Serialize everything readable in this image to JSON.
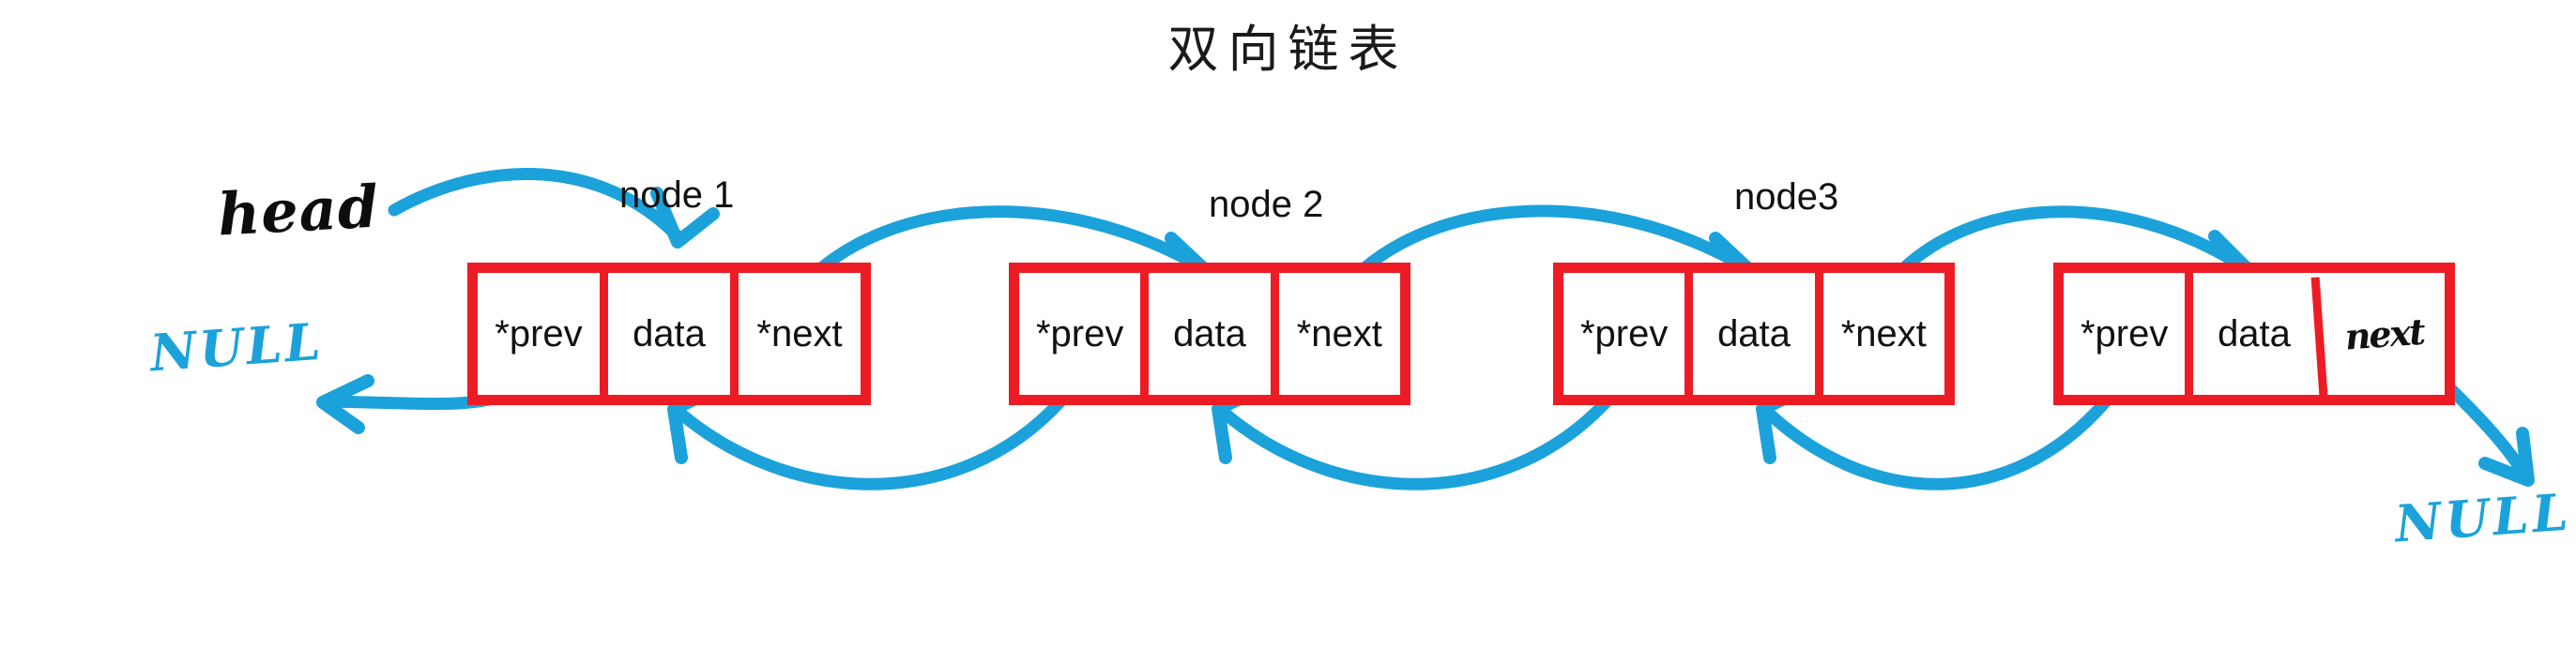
{
  "title": "双向链表",
  "colors": {
    "node_border": "#ED1C24",
    "arrow": "#1CA2DB",
    "text": "#111111",
    "background": "#FFFFFF"
  },
  "annotations": {
    "head_label": "head",
    "null_left": "NULL",
    "null_right": "NULL"
  },
  "nodes": [
    {
      "caption": "node 1",
      "cells": [
        {
          "label": "*prev",
          "handwritten": false
        },
        {
          "label": "data",
          "handwritten": false
        },
        {
          "label": "*next",
          "handwritten": false
        }
      ]
    },
    {
      "caption": "node 2",
      "cells": [
        {
          "label": "*prev",
          "handwritten": false
        },
        {
          "label": "data",
          "handwritten": false
        },
        {
          "label": "*next",
          "handwritten": false
        }
      ]
    },
    {
      "caption": "node3",
      "cells": [
        {
          "label": "*prev",
          "handwritten": false
        },
        {
          "label": "data",
          "handwritten": false
        },
        {
          "label": "*next",
          "handwritten": false
        }
      ]
    },
    {
      "caption": "",
      "cells": [
        {
          "label": "*prev",
          "handwritten": false
        },
        {
          "label": "data",
          "handwritten": false
        },
        {
          "label": "next",
          "handwritten": true
        }
      ]
    }
  ]
}
